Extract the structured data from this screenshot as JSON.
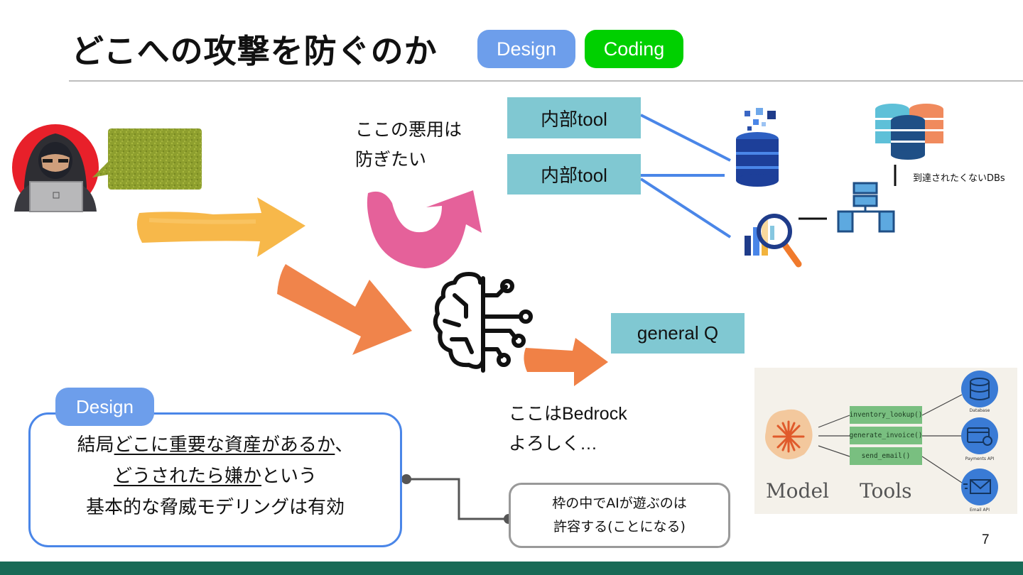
{
  "header": {
    "title": "どこへの攻撃を防ぐのか",
    "tag_design": "Design",
    "tag_coding": "Coding"
  },
  "diagram": {
    "tool_1": "内部tool",
    "tool_2": "内部tool",
    "general_q": "general Q",
    "note_abuse": [
      "ここの悪用は",
      "防ぎたい"
    ],
    "note_bedrock": [
      "ここはBedrock",
      "よろしく…"
    ],
    "db_caption": "到達されたくないDBs"
  },
  "design_callout": {
    "tag": "Design",
    "line1_plain": "結局",
    "line1_underlined": "どこに重要な資産があるか",
    "line1_tail": "、",
    "line2_underlined": "どうされたら嫌か",
    "line2_tail": "という",
    "line3": "基本的な脅威モデリングは有効"
  },
  "allow_note": {
    "line1": "枠の中でAIが遊ぶのは",
    "line2": "許容する(ことになる)"
  },
  "model_tools_figure": {
    "functions": [
      "inventory_lookup()",
      "generate_invoice()",
      "send_email()"
    ],
    "label_model": "Model",
    "label_tools": "Tools",
    "icon_captions": [
      "Database",
      "Payments API",
      "Email API"
    ]
  },
  "footer": {
    "page_number": "7"
  },
  "colors": {
    "pill_design": "#6d9eeb",
    "pill_coding": "#00d000",
    "teal_box": "#80c8d2",
    "bottom_band": "#186a56",
    "connector_blue": "#4a86e8",
    "arrow_yellow": "#f7b440",
    "arrow_orange": "#ef7a3c",
    "arrow_pink": "#e2508f"
  }
}
